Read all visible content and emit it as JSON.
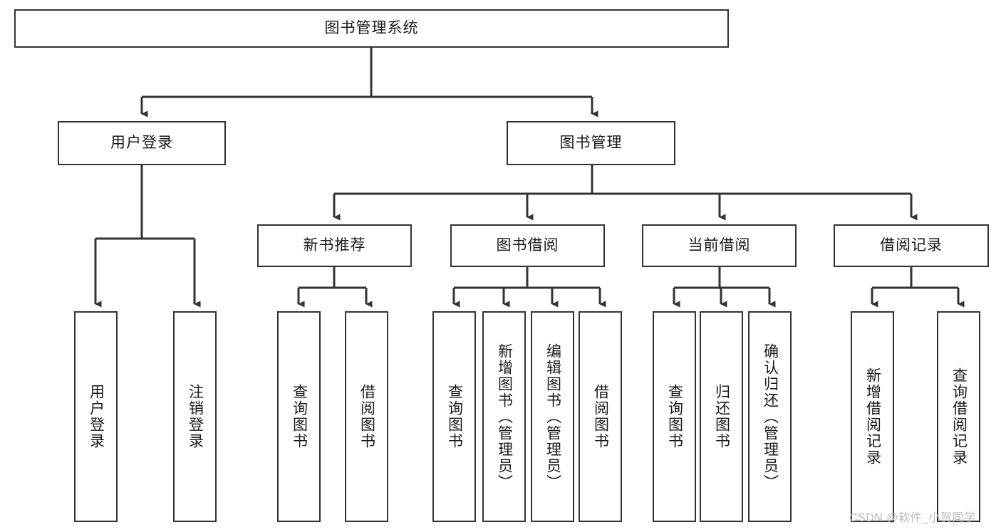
{
  "diagram": {
    "title": "图书管理系统",
    "type": "tree-hierarchy-chart",
    "root": {
      "label": "图书管理系统"
    },
    "level2": [
      {
        "label": "用户登录"
      },
      {
        "label": "图书管理"
      }
    ],
    "level3": [
      {
        "label": "新书推荐"
      },
      {
        "label": "图书借阅"
      },
      {
        "label": "当前借阅"
      },
      {
        "label": "借阅记录"
      }
    ],
    "leaves": [
      {
        "label": "用户登录"
      },
      {
        "label": "注销登录"
      },
      {
        "label": "查询图书"
      },
      {
        "label": "借阅图书"
      },
      {
        "label": "查询图书"
      },
      {
        "label": "新增图书（管理员）"
      },
      {
        "label": "编辑图书（管理员）"
      },
      {
        "label": "借阅图书"
      },
      {
        "label": "查询图书"
      },
      {
        "label": "归还图书"
      },
      {
        "label": "确认归还（管理员）"
      },
      {
        "label": "新增借阅记录"
      },
      {
        "label": "查询借阅记录"
      }
    ]
  },
  "watermark": {
    "text": "CSDN @软件_小贺同学"
  },
  "colors": {
    "border": "#333333",
    "text": "#1a1a1a",
    "background": "#ffffff",
    "watermark": "#b9b9b9"
  }
}
